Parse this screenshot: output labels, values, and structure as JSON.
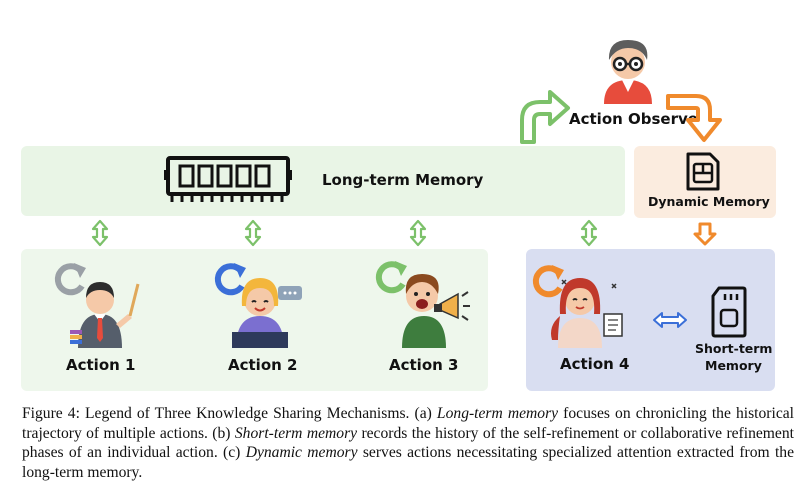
{
  "diagram": {
    "long_term_memory_label": "Long-term Memory",
    "action_observer_label": "Action Observer",
    "dynamic_memory_label": "Dynamic Memory",
    "short_term_memory_label_line1": "Short-term",
    "short_term_memory_label_line2": "Memory",
    "actions": [
      {
        "label": "Action 1"
      },
      {
        "label": "Action 2"
      },
      {
        "label": "Action 3"
      },
      {
        "label": "Action 4"
      }
    ]
  },
  "caption": {
    "prefix": "Figure 4: Legend of Three Knowledge Sharing Mechanisms. (a) ",
    "term_a": "Long-term memory",
    "text_a": " focuses on chronicling the historical trajectory of multiple actions. (b) ",
    "term_b": "Short-term memory",
    "text_b": " records the history of the self-refinement or collaborative refinement phases of an individual action. (c) ",
    "term_c": "Dynamic memory",
    "text_c": " serves actions necessitating specialized attention extracted from the long-term memory."
  },
  "colors": {
    "green_arrow": "#7cc16a",
    "orange_arrow": "#f08a2c",
    "blue_arrow": "#3b6fd8",
    "grey_refresh": "#9aa0a6"
  }
}
